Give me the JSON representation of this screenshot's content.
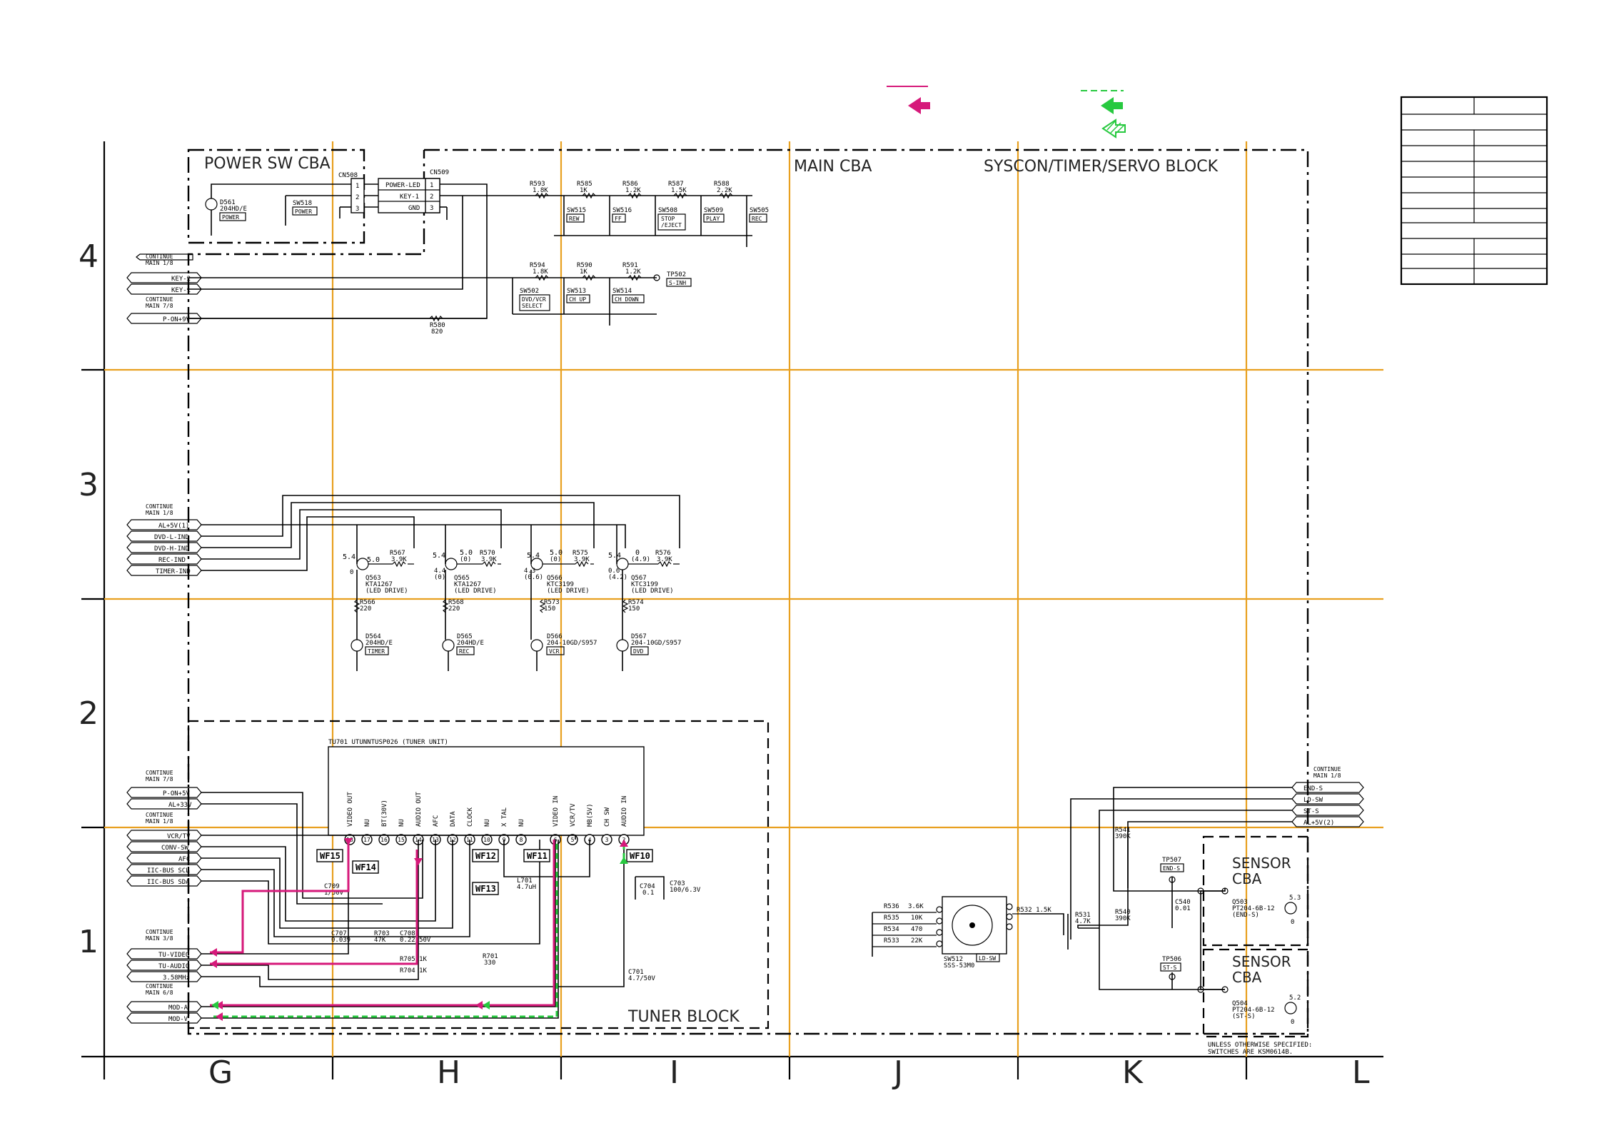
{
  "blocks": {
    "power_sw_cba": "POWER SW CBA",
    "main_cba": "MAIN CBA",
    "syscon_block": "SYSCON/TIMER/SERVO BLOCK",
    "tuner_block": "TUNER BLOCK",
    "sensor_cba_1": [
      "SENSOR",
      "CBA"
    ],
    "sensor_cba_2": [
      "SENSOR",
      "CBA"
    ]
  },
  "grid": {
    "rows": [
      "4",
      "3",
      "2",
      "1"
    ],
    "columns": [
      "G",
      "H",
      "I",
      "J",
      "K",
      "L"
    ]
  },
  "connectors": {
    "cn508": "CN508",
    "cn509": "CN509",
    "pins": [
      {
        "num": "1",
        "label": "POWER-LED"
      },
      {
        "num": "2",
        "label": "KEY-1"
      },
      {
        "num": "3",
        "label": "GND"
      }
    ]
  },
  "power_section": {
    "d561": [
      "D561",
      "204HD/E"
    ],
    "d561_tag": "POWER",
    "sw518": "SW518",
    "sw518_tag": "POWER"
  },
  "key_resistors": [
    {
      "ref": "R593",
      "val": "1.8K"
    },
    {
      "ref": "R585",
      "val": "1K"
    },
    {
      "ref": "R586",
      "val": "1.2K"
    },
    {
      "ref": "R587",
      "val": "1.5K"
    },
    {
      "ref": "R588",
      "val": "2.2K"
    }
  ],
  "key_switches": [
    {
      "ref": "SW515",
      "tag": "REW"
    },
    {
      "ref": "SW516",
      "tag": "FF"
    },
    {
      "ref": "SW508",
      "tag": "STOP\n/EJECT"
    },
    {
      "ref": "SW509",
      "tag": "PLAY"
    },
    {
      "ref": "SW505",
      "tag": "REC"
    }
  ],
  "key2_resistors": [
    {
      "ref": "R594",
      "val": "1.8K"
    },
    {
      "ref": "R590",
      "val": "1K"
    },
    {
      "ref": "R591",
      "val": "1.2K"
    }
  ],
  "key2_switches": [
    {
      "ref": "SW502",
      "tag": "DVD/VCR\nSELECT"
    },
    {
      "ref": "SW513",
      "tag": "CH UP"
    },
    {
      "ref": "SW514",
      "tag": "CH DOWN"
    }
  ],
  "tp502": {
    "ref": "TP502",
    "tag": "S-INH"
  },
  "r580": {
    "ref": "R580",
    "val": "820"
  },
  "left_signals_top": {
    "continue1": [
      "CONTINUE",
      "MAIN 1/8"
    ],
    "key2": "KEY-2",
    "key1": "KEY-1",
    "continue2": [
      "CONTINUE",
      "MAIN 7/8"
    ],
    "pon9v": "P-ON+9V"
  },
  "led_signals": {
    "continue": [
      "CONTINUE",
      "MAIN 1/8"
    ],
    "labels": [
      "AL+5V(1)",
      "DVD-L-IND",
      "DVD-H-IND",
      "REC-IND",
      "TIMER-IND"
    ]
  },
  "led_drivers": [
    {
      "v1": "5.4",
      "v2": "5.0",
      "v3": "0",
      "r": "R567",
      "rv": "3.9K",
      "q": "Q563",
      "qt": "KTA1267",
      "role": "(LED DRIVE)",
      "rb": "R566",
      "rbv": "220",
      "d": "D564",
      "dt": "204HD/E",
      "tag": "TIMER"
    },
    {
      "v1": "5.4",
      "v2": "5.0",
      "v3": "(0)",
      "v4": "4.4",
      "v5": "(0)",
      "r": "R570",
      "rv": "3.9K",
      "q": "Q565",
      "qt": "KTA1267",
      "role": "(LED DRIVE)",
      "rb": "R568",
      "rbv": "220",
      "d": "D565",
      "dt": "204HD/E",
      "tag": "REC"
    },
    {
      "v1": "5.4",
      "v2": "5.0",
      "v3": "(0)",
      "v4": "4.3",
      "v5": "(0.6)",
      "r": "R575",
      "rv": "3.9K",
      "q": "Q566",
      "qt": "KTC3199",
      "role": "(LED DRIVE)",
      "rb": "R573",
      "rbv": "150",
      "d": "D566",
      "dt": "204-10GD/S957",
      "tag": "VCR"
    },
    {
      "v1": "5.4",
      "v2": "0",
      "v3": "(4.9)",
      "v4": "0.6",
      "v5": "(4.2)",
      "r": "R576",
      "rv": "3.9K",
      "q": "Q567",
      "qt": "KTC3199",
      "role": "(LED DRIVE)",
      "rb": "R574",
      "rbv": "150",
      "d": "D567",
      "dt": "204-10GD/S957",
      "tag": "DVD"
    }
  ],
  "tuner": {
    "title": "TU701  UTUNNTUSP026   (TUNER UNIT)",
    "pins": [
      {
        "n": "18",
        "label": "VIDEO OUT"
      },
      {
        "n": "17",
        "label": "NU"
      },
      {
        "n": "16",
        "label": "BT(30V)"
      },
      {
        "n": "15",
        "label": "NU"
      },
      {
        "n": "14",
        "label": "AUDIO OUT"
      },
      {
        "n": "13",
        "label": "AFC"
      },
      {
        "n": "12",
        "label": "DATA"
      },
      {
        "n": "11",
        "label": "CLOCK"
      },
      {
        "n": "10",
        "label": "NU"
      },
      {
        "n": "9",
        "label": "X TAL"
      },
      {
        "n": "8",
        "label": "NU"
      },
      {
        "n": "6",
        "label": "VIDEO IN"
      },
      {
        "n": "5",
        "label": "VCR/TV"
      },
      {
        "n": "4",
        "label": "MB(5V)"
      },
      {
        "n": "3",
        "label": "CH SW"
      },
      {
        "n": "2",
        "label": "AUDIO IN"
      }
    ],
    "waveforms": [
      "WF15",
      "WF14",
      "WF12",
      "WF13",
      "WF11",
      "WF10"
    ],
    "l701": [
      "L701",
      "4.7uH"
    ],
    "c704": [
      "C704",
      "0.1"
    ],
    "c703": [
      "C703",
      "100/6.3V"
    ],
    "c709": [
      "C709",
      "1/50V"
    ],
    "c707": [
      "C707",
      "0.039"
    ],
    "r703": [
      "R703",
      "47K"
    ],
    "c708": [
      "C708",
      "0.22/50V"
    ],
    "r705": "R705  1K",
    "r704": "R704  1K",
    "r701": [
      "R701",
      "330"
    ],
    "c701": [
      "C701",
      "4.7/50V"
    ]
  },
  "left_signals_tuner": {
    "continue1": [
      "CONTINUE",
      "MAIN 7/8"
    ],
    "pon5v": "P-ON+5V",
    "al33v": "AL+33V",
    "continue2": [
      "CONTINUE",
      "MAIN 1/8"
    ],
    "list1": [
      "VCR/TV",
      "CONV-SW",
      "AFC",
      "IIC-BUS SCL",
      "IIC-BUS SDA"
    ],
    "continue3": [
      "CONTINUE",
      "MAIN 3/8"
    ],
    "list2": [
      "TU-VIDEO",
      "TU-AUDIO",
      "3.58MHz"
    ],
    "continue4": [
      "CONTINUE",
      "MAIN 6/8"
    ],
    "list3": [
      "MOD-A",
      "MOD-V"
    ]
  },
  "right_signals": {
    "continue": [
      "CONTINUE",
      "MAIN 1/8"
    ],
    "labels": [
      "END-S",
      "LD-SW",
      "ST-S",
      "AL+5V(2)"
    ]
  },
  "sensor_area": {
    "r541": [
      "R541",
      "390K"
    ],
    "r540": [
      "R540",
      "390K"
    ],
    "r531": [
      "R531",
      "4.7K"
    ],
    "r532": "R532 1.5K",
    "tp507": {
      "ref": "TP507",
      "tag": "END-S"
    },
    "tp506": {
      "ref": "TP506",
      "tag": "ST-S"
    },
    "c540": [
      "C540",
      "0.01"
    ],
    "q503": [
      "Q503",
      "PT204-6B-12",
      "(END-S)"
    ],
    "q503_v": [
      "5.3",
      "0"
    ],
    "q504": [
      "Q504",
      "PT204-6B-12",
      "(ST-S)"
    ],
    "q504_v": [
      "5.2",
      "0"
    ],
    "sw512": [
      "SW512",
      "SSS-53M0"
    ],
    "sw512_tag": "LD-SW",
    "resistors": [
      {
        "ref": "R536",
        "val": "3.6K"
      },
      {
        "ref": "R535",
        "val": "10K"
      },
      {
        "ref": "R534",
        "val": "470"
      },
      {
        "ref": "R533",
        "val": "22K"
      }
    ],
    "note": [
      "UNLESS OTHERWISE SPECIFIED:",
      "SWITCHES ARE KSM0614B."
    ]
  },
  "colors": {
    "grid": "#e8a020",
    "audio_path": "#d6197a",
    "video_path": "#27c93f"
  }
}
